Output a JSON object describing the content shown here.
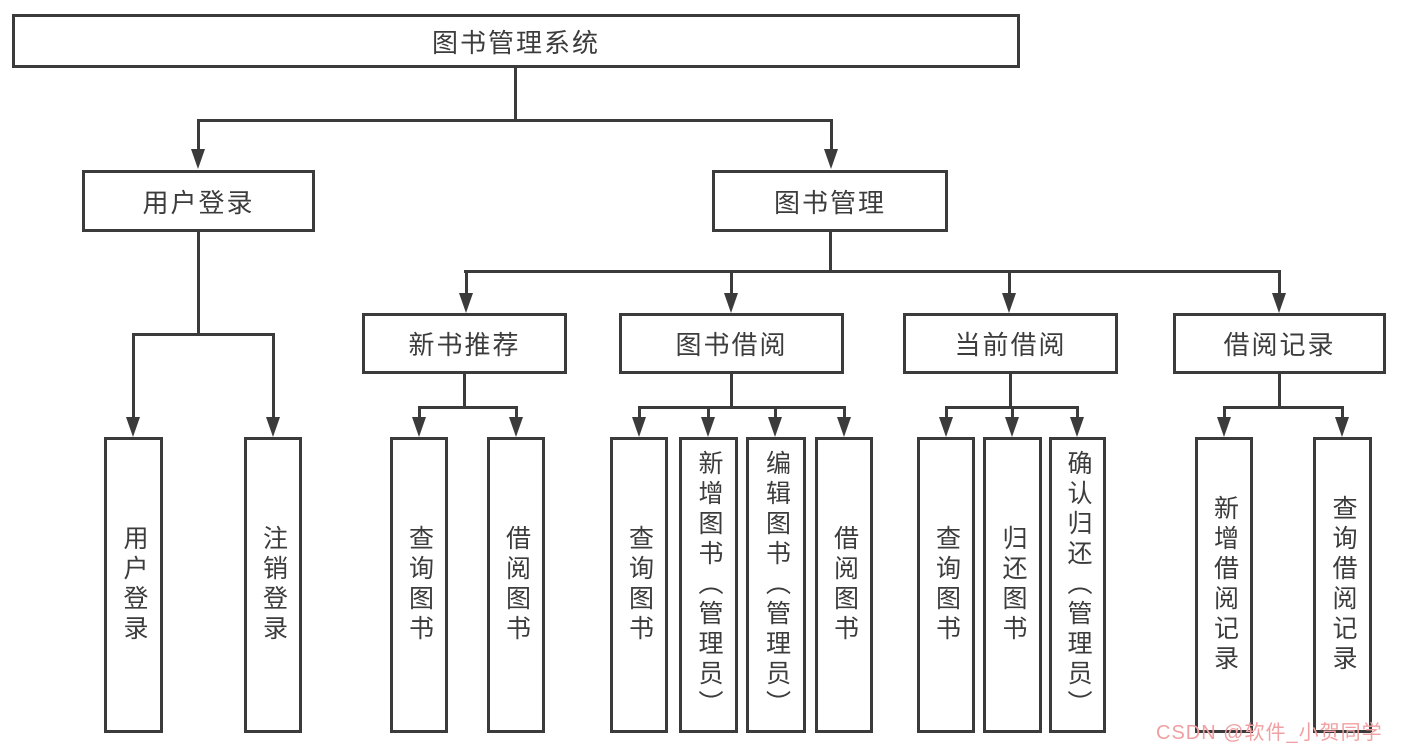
{
  "tree": {
    "label": "图书管理系统",
    "children": [
      {
        "label": "用户登录",
        "children": [
          {
            "label": "用户登录"
          },
          {
            "label": "注销登录"
          }
        ]
      },
      {
        "label": "图书管理",
        "children": [
          {
            "label": "新书推荐",
            "children": [
              {
                "label": "查询图书"
              },
              {
                "label": "借阅图书"
              }
            ]
          },
          {
            "label": "图书借阅",
            "children": [
              {
                "label": "查询图书"
              },
              {
                "label": "新增图书（管理员）"
              },
              {
                "label": "编辑图书（管理员）"
              },
              {
                "label": "借阅图书"
              }
            ]
          },
          {
            "label": "当前借阅",
            "children": [
              {
                "label": "查询图书"
              },
              {
                "label": "归还图书"
              },
              {
                "label": "确认归还（管理员）"
              }
            ]
          },
          {
            "label": "借阅记录",
            "children": [
              {
                "label": "新增借阅记录"
              },
              {
                "label": "查询借阅记录"
              }
            ]
          }
        ]
      }
    ]
  },
  "watermark": {
    "text": "CSDN @软件_小贺同学",
    "color": "#f0a0a2"
  },
  "colors": {
    "line": "#3b3b3b",
    "background": "#ffffff",
    "text": "#3c3c3c"
  }
}
